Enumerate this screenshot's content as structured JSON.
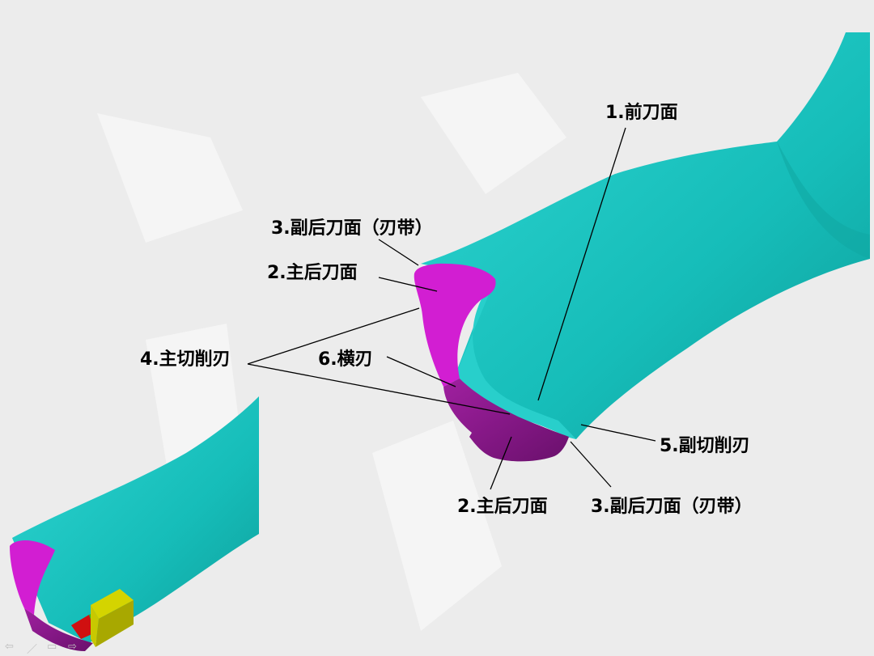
{
  "labels": {
    "rake_face": "1.前刀面",
    "flank_main_top": "2.主后刀面",
    "flank_aux_top": "3.副后刀面（刃带）",
    "main_cutting_edge": "4.主切削刃",
    "aux_cutting_edge": "5.副切削刃",
    "chisel_edge": "6.横刃",
    "flank_main_bottom": "2.主后刀面",
    "flank_aux_bottom": "3.副后刀面（刃带）"
  },
  "colors": {
    "drill_body": "#1ec8c4",
    "main_flank": "#d21ed2",
    "main_flank_dark": "#8a1a8c",
    "block_yellow": "#c8c800",
    "block_red": "#d01010",
    "background": "#ececec"
  },
  "nav_icons": [
    "back-arrow-icon",
    "pen-icon",
    "menu-icon",
    "forward-arrow-icon"
  ]
}
